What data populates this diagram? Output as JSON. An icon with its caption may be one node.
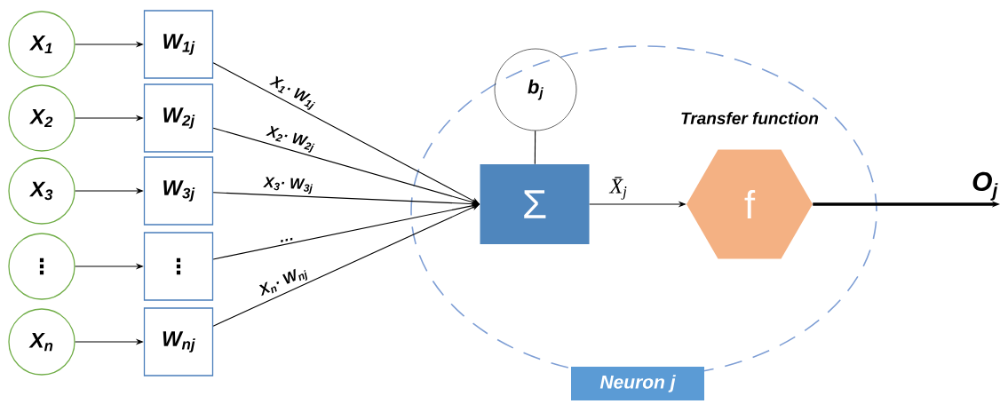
{
  "diagram": {
    "nodes": [
      {
        "text": [
          "X$_{1}$"
        ]
      },
      {
        "text": [
          "W$_{1j}$"
        ]
      },
      {
        "text": [
          "X$_{2}$"
        ]
      },
      {
        "text": [
          "W$_{2j}$"
        ]
      },
      {
        "text": [
          "X$_{3}$"
        ]
      },
      {
        "text": [
          "W$_{3j}$"
        ]
      },
      {
        "text": [
          "⋮"
        ]
      },
      {
        "text": [
          "⋮"
        ]
      },
      {
        "text": [
          "X$_{n}$"
        ]
      },
      {
        "text": [
          "W$_{nj}$"
        ]
      },
      {
        "text": [
          "Neuron j"
        ]
      },
      {
        "text": [
          "b$_{j}$"
        ],
        "in": 10
      },
      {
        "text": [
          "Σ"
        ],
        "in": 10
      },
      {
        "text": [
          "f"
        ],
        "in": 10,
        "beside": [
          "Transfer function"
        ]
      },
      {
        "text": [
          "O$_{j}$"
        ]
      }
    ],
    "edges": [
      {
        "from": 0,
        "to": 1,
        "arrow": "to"
      },
      {
        "from": 2,
        "to": 3,
        "arrow": "to"
      },
      {
        "from": 4,
        "to": 5,
        "arrow": "to"
      },
      {
        "from": 6,
        "to": 7,
        "arrow": "to"
      },
      {
        "from": 8,
        "to": 9,
        "arrow": "to"
      },
      {
        "from": 1,
        "to": 12,
        "arrow": "to",
        "label": "X$_{1}$· W$_{1j}$"
      },
      {
        "from": 3,
        "to": 12,
        "arrow": "to",
        "label": "X$_{2}$· W$_{2j}$"
      },
      {
        "from": 5,
        "to": 12,
        "arrow": "to",
        "label": "X$_{3}$· W$_{3j}$"
      },
      {
        "from": 7,
        "to": 12,
        "arrow": "to",
        "label": "…"
      },
      {
        "from": 9,
        "to": 12,
        "arrow": "to",
        "label": "X$_{n}$· W$_{nj}$"
      },
      {
        "from": 11,
        "to": 12,
        "arrow": "none"
      },
      {
        "from": 12,
        "to": 13,
        "arrow": "to",
        "label": "X̄$_{j}$"
      },
      {
        "from": 13,
        "to": 14,
        "arrow": "to",
        "style": "thick"
      }
    ]
  }
}
